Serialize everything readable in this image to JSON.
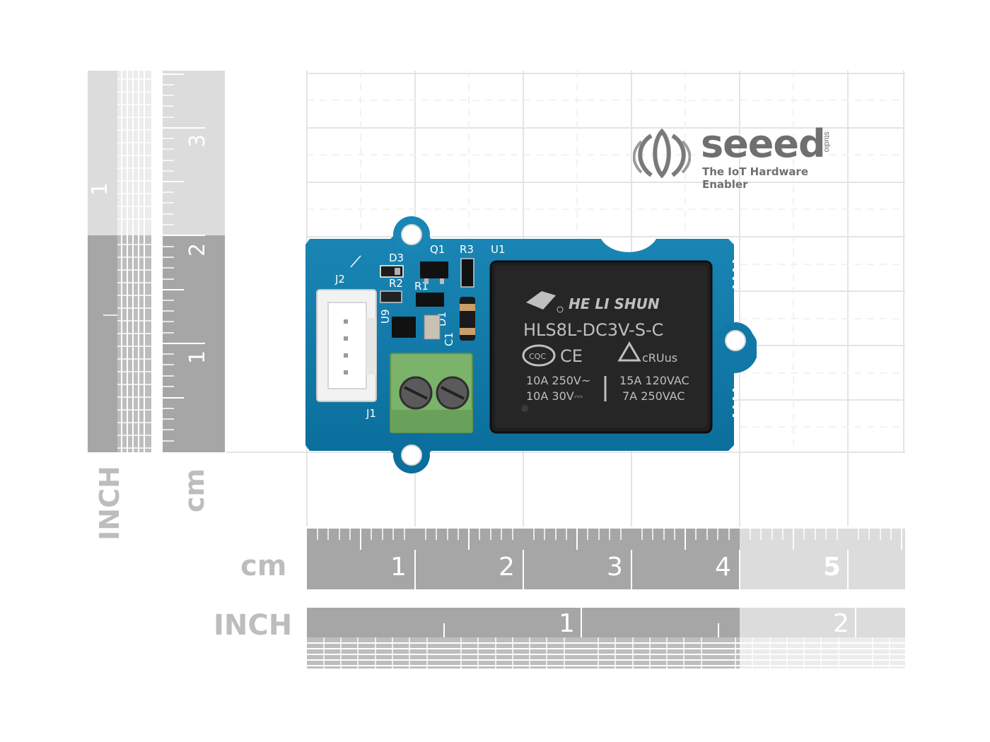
{
  "logo": {
    "brand": "seeed",
    "brand_suffix": "studio",
    "tagline": "The IoT Hardware Enabler"
  },
  "rulers": {
    "cm_label": "cm",
    "inch_label": "INCH",
    "horizontal_cm_numbers": [
      "1",
      "2",
      "3",
      "4",
      "5"
    ],
    "horizontal_inch_numbers": [
      "1",
      "2"
    ],
    "vertical_cm_numbers": [
      "3",
      "2",
      "1"
    ],
    "vertical_inch_numbers": [
      "1"
    ]
  },
  "board": {
    "silkscreen": {
      "d3": "D3",
      "q1": "Q1",
      "r3": "R3",
      "u1": "U1",
      "j2": "J2",
      "r2": "R2",
      "r1": "R1",
      "d1": "D1",
      "c1": "C1",
      "u9": "U9",
      "j1": "J1"
    },
    "relay": {
      "brand": "HE LI SHUN",
      "model": "HLS8L-DC3V-S-C",
      "cert_cqc": "CQC",
      "cert_ce": "CE",
      "cert_ul": "cRUus",
      "rating_1": "10A 250V~",
      "rating_2": "10A  30V⎓",
      "rating_3": "15A 120VAC",
      "rating_4": "7A 250VAC"
    }
  }
}
